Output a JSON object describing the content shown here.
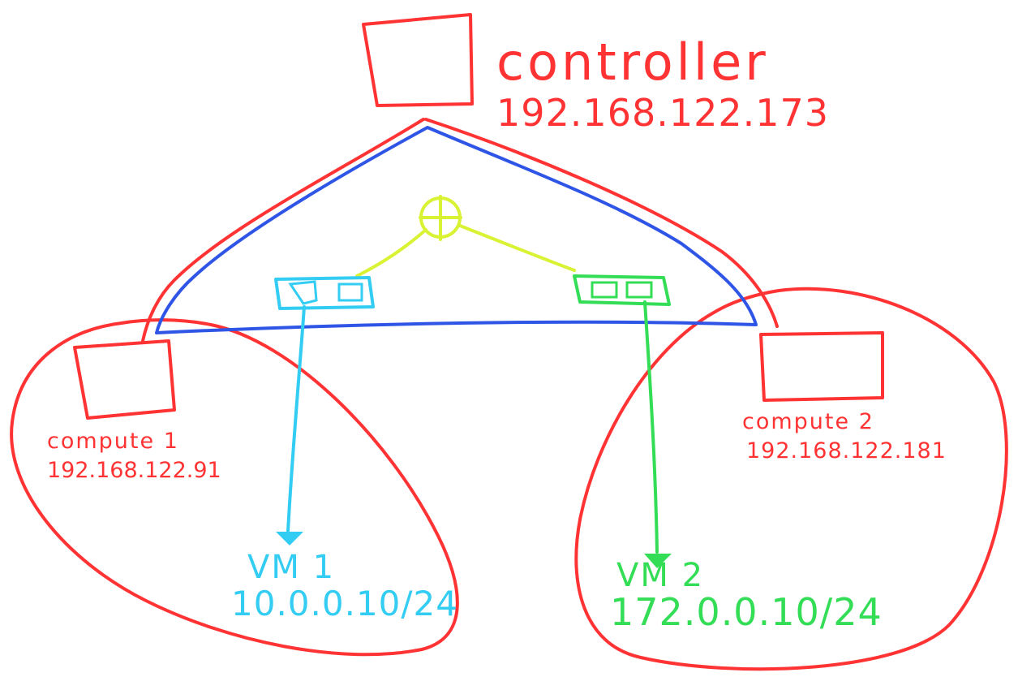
{
  "controller": {
    "name": "controller",
    "ip": "192.168.122.173"
  },
  "compute1": {
    "name": "compute 1",
    "ip": "192.168.122.91"
  },
  "compute2": {
    "name": "compute 2",
    "ip": "192.168.122.181"
  },
  "vm1": {
    "name": "VM 1",
    "ip": "10.0.0.10/24"
  },
  "vm2": {
    "name": "VM 2",
    "ip": "172.0.0.10/24"
  },
  "colors": {
    "host": "#ff3333",
    "tunnel": "#2f55e6",
    "router": "#d9f233",
    "net1": "#33ccf2",
    "net2": "#33dd55"
  }
}
